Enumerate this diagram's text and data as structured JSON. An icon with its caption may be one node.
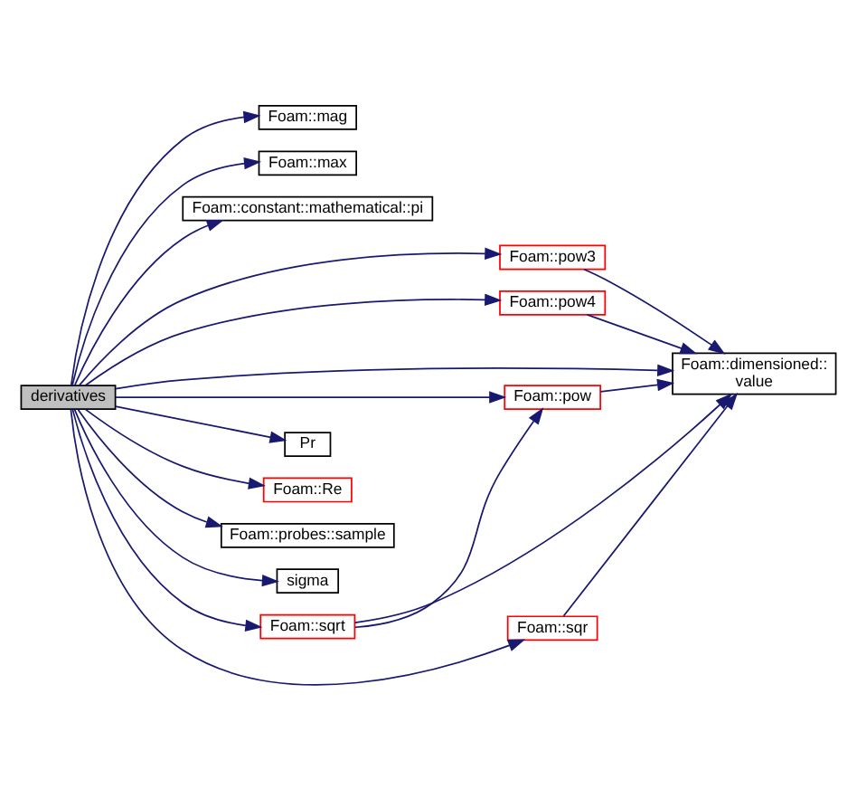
{
  "diagram": {
    "nodes": [
      {
        "text": [
          "derivatives"
        ]
      },
      {
        "text": [
          "Foam::mag"
        ]
      },
      {
        "text": [
          "Foam::max"
        ]
      },
      {
        "text": [
          "Foam::constant::mathematical::pi"
        ]
      },
      {
        "text": [
          "Foam::pow3"
        ]
      },
      {
        "text": [
          "Foam::pow4"
        ]
      },
      {
        "text": [
          "Foam::dimensioned:: value"
        ]
      },
      {
        "text": [
          "Foam::pow"
        ]
      },
      {
        "text": [
          "Pr"
        ]
      },
      {
        "text": [
          "Foam::Re"
        ]
      },
      {
        "text": [
          "Foam::probes::sample"
        ]
      },
      {
        "text": [
          "sigma"
        ]
      },
      {
        "text": [
          "Foam::sqrt"
        ]
      },
      {
        "text": [
          "Foam::sqr"
        ]
      }
    ],
    "edges": [
      {
        "from": 0,
        "to": 1,
        "arrow": "to"
      },
      {
        "from": 0,
        "to": 2,
        "arrow": "to"
      },
      {
        "from": 0,
        "to": 3,
        "arrow": "to"
      },
      {
        "from": 0,
        "to": 6,
        "arrow": "to"
      },
      {
        "from": 0,
        "to": 4,
        "arrow": "to"
      },
      {
        "from": 0,
        "to": 5,
        "arrow": "to"
      },
      {
        "from": 0,
        "to": 7,
        "arrow": "to"
      },
      {
        "from": 0,
        "to": 8,
        "arrow": "to"
      },
      {
        "from": 0,
        "to": 9,
        "arrow": "to"
      },
      {
        "from": 0,
        "to": 10,
        "arrow": "to"
      },
      {
        "from": 0,
        "to": 11,
        "arrow": "to"
      },
      {
        "from": 0,
        "to": 12,
        "arrow": "to"
      },
      {
        "from": 0,
        "to": 13,
        "arrow": "to"
      },
      {
        "from": 4,
        "to": 6,
        "arrow": "to"
      },
      {
        "from": 5,
        "to": 6,
        "arrow": "to"
      },
      {
        "from": 7,
        "to": 6,
        "arrow": "to"
      },
      {
        "from": 12,
        "to": 7,
        "arrow": "to"
      },
      {
        "from": 12,
        "to": 6,
        "arrow": "to"
      },
      {
        "from": 13,
        "to": 6,
        "arrow": "to"
      }
    ]
  }
}
